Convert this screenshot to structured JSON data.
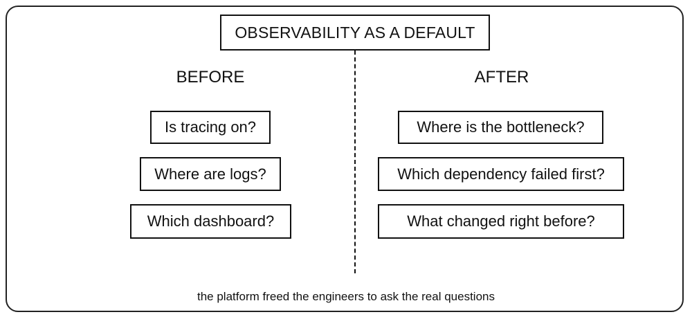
{
  "title": "OBSERVABILITY AS A DEFAULT",
  "before": {
    "heading": "BEFORE",
    "items": [
      "Is tracing on?",
      "Where are logs?",
      "Which dashboard?"
    ]
  },
  "after": {
    "heading": "AFTER",
    "items": [
      "Where is the bottleneck?",
      "Which dependency failed first?",
      "What changed right before?"
    ]
  },
  "caption": "the platform freed the engineers to ask the real questions",
  "colors": {
    "stroke": "#111111",
    "background": "#ffffff"
  }
}
